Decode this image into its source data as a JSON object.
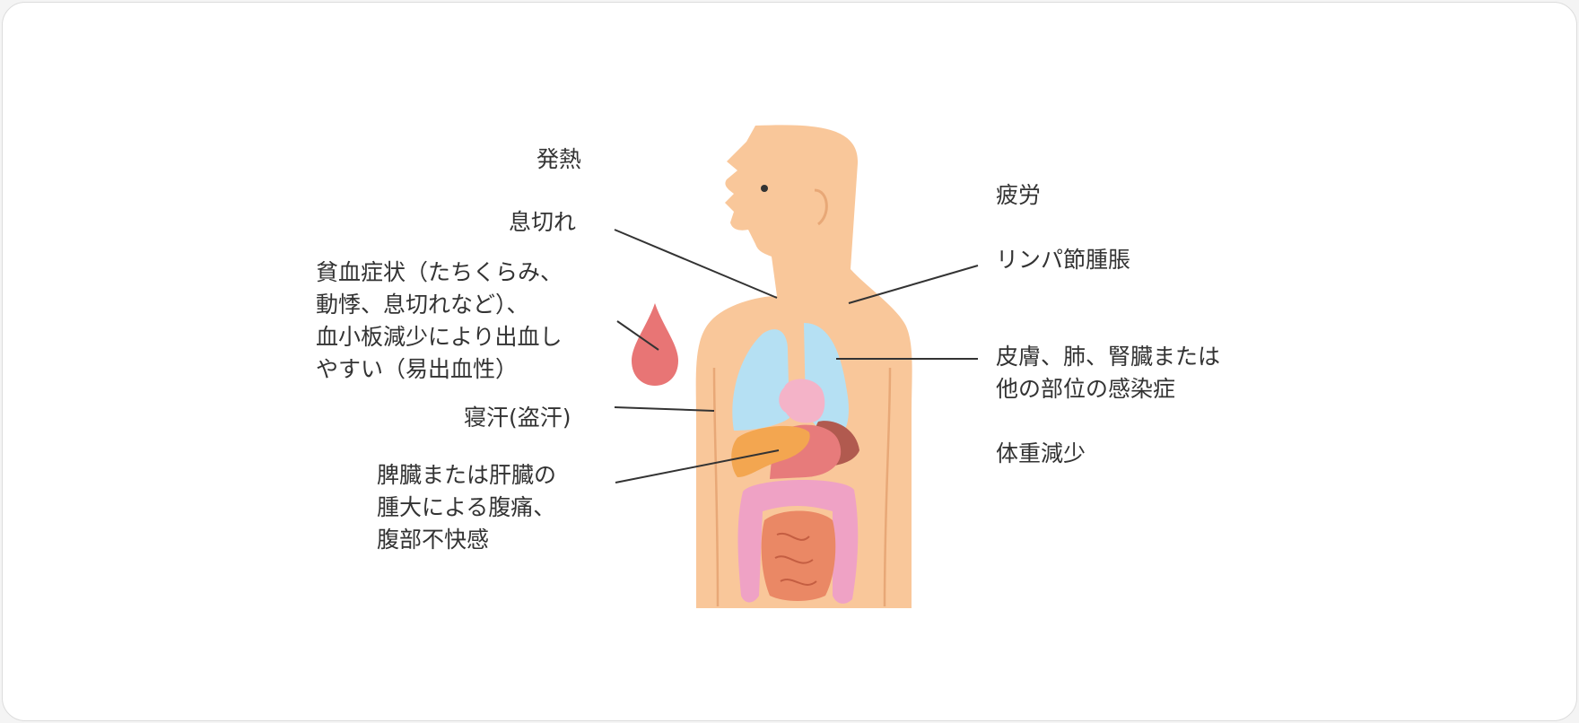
{
  "diagram": {
    "colors": {
      "skin": "#f9c79a",
      "skin_line": "#e8a877",
      "lung": "#b5e0f3",
      "heart": "#f4b3c8",
      "liver": "#e77b7b",
      "liver_dark": "#b15a4f",
      "spleen": "#f3a650",
      "colon": "#efa2c5",
      "small_intestine": "#ea8865",
      "blood_drop": "#e87575",
      "leader_line": "#333333"
    },
    "icons": [
      "human-torso-icon",
      "blood-drop-icon"
    ],
    "labels": {
      "fever": "発熱",
      "shortness_of_breath": "息切れ",
      "anemia_line1": "貧血症状（たちくらみ、",
      "anemia_line2": "動悸、息切れなど）、",
      "anemia_line3": "血小板減少により出血し",
      "anemia_line4": "やすい（易出血性）",
      "night_sweats": "寝汗(盗汗)",
      "spleen_line1": "脾臓または肝臓の",
      "spleen_line2": "腫大による腹痛、",
      "spleen_line3": "腹部不快感",
      "fatigue": "疲労",
      "lymph_node": "リンパ節腫脹",
      "infection_line1": "皮膚、肺、腎臓または",
      "infection_line2": "他の部位の感染症",
      "weight_loss": "体重減少"
    }
  }
}
